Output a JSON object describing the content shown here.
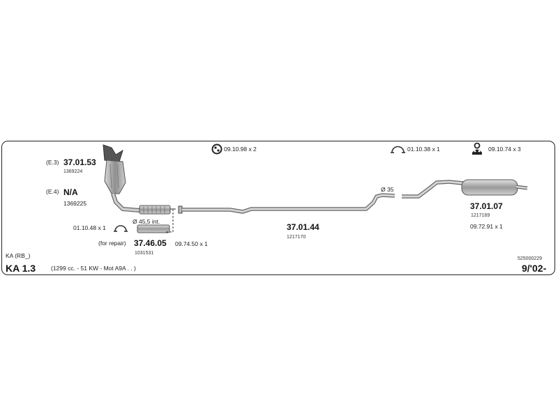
{
  "parts": {
    "cat_e3_prefix": "(E.3)",
    "cat_e3_number": "37.01.53",
    "cat_e3_oe": "1369224",
    "cat_e4_prefix": "(E.4)",
    "cat_e4_number": "N/A",
    "cat_e4_oe": "1369225",
    "front_pipe_clamp": "01.10.48 x 1",
    "front_pipe_diameter": "Ø 45,5 int.",
    "front_pipe_prefix": "(for repair)",
    "front_pipe_number": "37.46.05",
    "front_pipe_kit": "09.74.50 x 1",
    "front_pipe_oe": "1031531",
    "mid_pipe_number": "37.01.44",
    "mid_pipe_oe": "1217170",
    "mid_pipe_diameter": "Ø 35",
    "rear_silencer_number": "37.01.07",
    "rear_silencer_oe": "1217169",
    "rear_silencer_kit": "09.72.91 x 1"
  },
  "accessories": [
    {
      "code": "09.10.98 x 2",
      "icon": "rubber-mount-icon"
    },
    {
      "code": "01.10.38 x 1",
      "icon": "pipe-clamp-icon"
    },
    {
      "code": "09.10.74 x 3",
      "icon": "rubber-hanger-icon"
    }
  ],
  "vehicle": {
    "variant": "KA (RB_)",
    "model": "KA 1.3",
    "spec": "(1299 cc. - 51 KW - Mot A9A . . )",
    "diagram_code": "525000229",
    "year": "9/'02-"
  },
  "colors": {
    "frame": "#222222",
    "part_fill": "#b8b8b8",
    "part_stroke": "#555555"
  }
}
